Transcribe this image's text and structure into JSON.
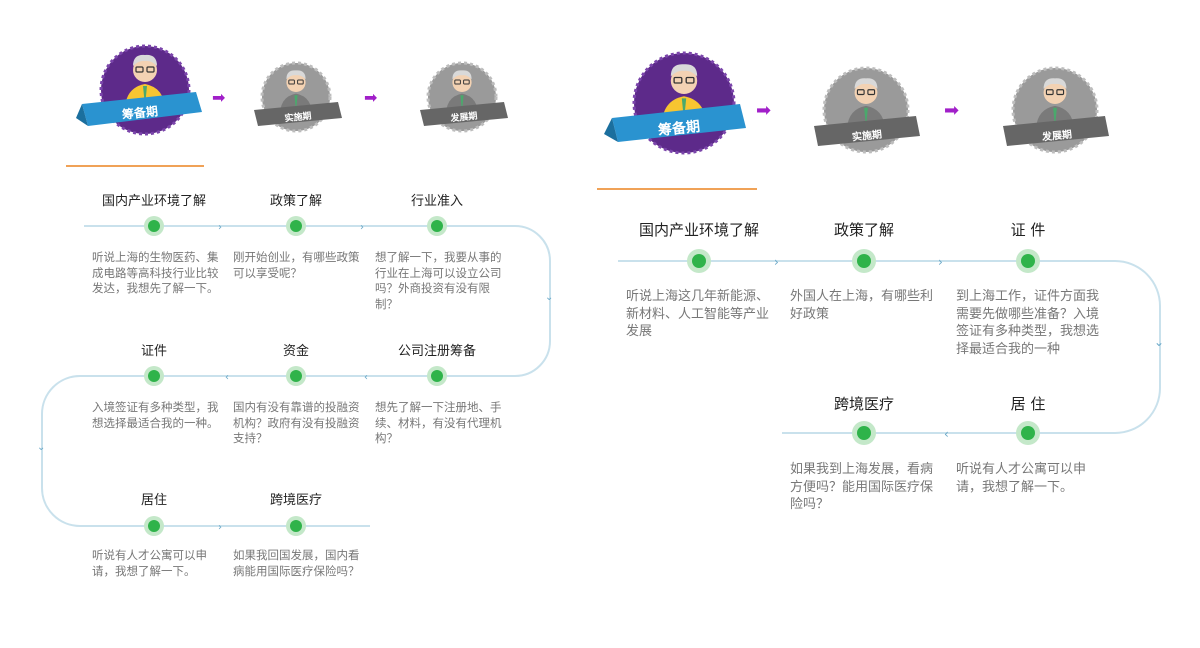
{
  "colors": {
    "line": "#c9e1ec",
    "dot": "#2fb34a",
    "dot_ring": "#c4e8c9",
    "arrow": "#a11fc9",
    "underline": "#f0a257",
    "stage_active": "#5d2a8a",
    "ribbon_active": "#2a93d0",
    "stage_inactive": "#8a8a8a",
    "ribbon_inactive": "#666666"
  },
  "panel1": {
    "stages": [
      "筹备期",
      "实施期",
      "发展期"
    ],
    "steps": [
      {
        "title": "国内产业环境了解",
        "desc": "听说上海的生物医药、集成电路等高科技行业比较发达，我想先了解一下。"
      },
      {
        "title": "政策了解",
        "desc": "刚开始创业，有哪些政策可以享受呢？"
      },
      {
        "title": "行业准入",
        "desc": "想了解一下，我要从事的行业在上海可以设立公司吗？外商投资有没有限制？"
      },
      {
        "title": "证件",
        "desc": "入境签证有多种类型，我想选择最适合我的一种。"
      },
      {
        "title": "资金",
        "desc": "国内有没有靠谱的投融资机构？政府有没有投融资支持？"
      },
      {
        "title": "公司注册筹备",
        "desc": "想先了解一下注册地、手续、材料，有没有代理机构？"
      },
      {
        "title": "居住",
        "desc": "听说有人才公寓可以申请，我想了解一下。"
      },
      {
        "title": "跨境医疗",
        "desc": "如果我回国发展，国内看病能用国际医疗保险吗？"
      }
    ]
  },
  "panel2": {
    "stages": [
      "筹备期",
      "实施期",
      "发展期"
    ],
    "steps": [
      {
        "title": "国内产业环境了解",
        "desc": "听说上海这几年新能源、新材料、人工智能等产业发展"
      },
      {
        "title": "政策了解",
        "desc": "外国人在上海，有哪些利好政策"
      },
      {
        "title": "证 件",
        "desc": "到上海工作，证件方面我需要先做哪些准备？入境签证有多种类型，我想选择最适合我的一种"
      },
      {
        "title": "居 住",
        "desc": "听说有人才公寓可以申请，我想了解一下。"
      },
      {
        "title": "跨境医疗",
        "desc": "如果我到上海发展，看病方便吗？能用国际医疗保险吗？"
      }
    ]
  }
}
